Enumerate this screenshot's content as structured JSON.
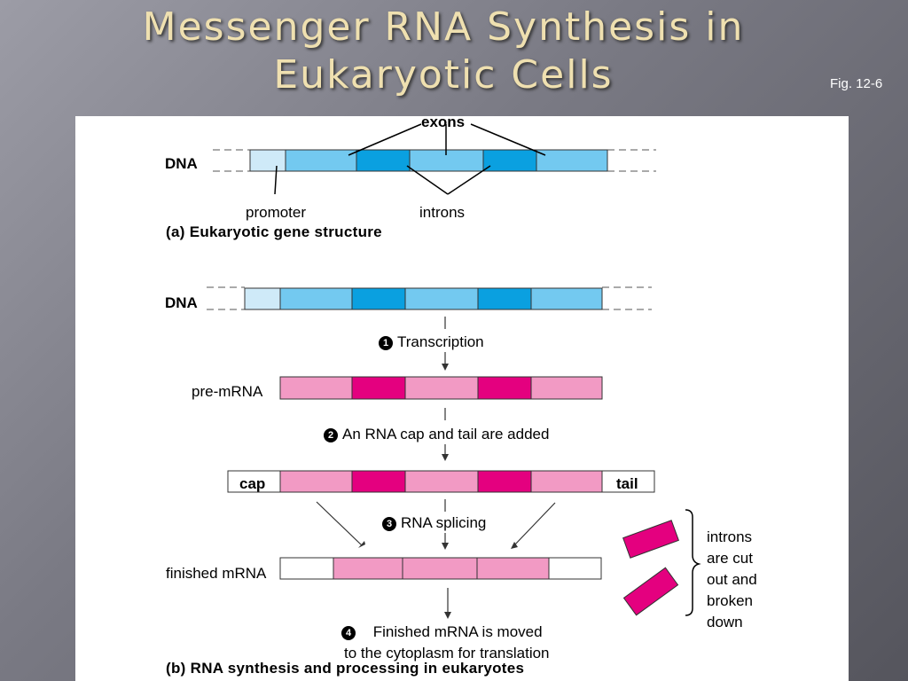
{
  "title_line1": "Messenger RNA Synthesis in",
  "title_line2": "Eukaryotic Cells",
  "fig_label": "Fig. 12-6",
  "labels": {
    "exons": "exons",
    "dna_a": "DNA",
    "promoter": "promoter",
    "introns": "introns",
    "caption_a": "(a) Eukaryotic gene structure",
    "dna_b": "DNA",
    "pre_mrna": "pre-mRNA",
    "cap": "cap",
    "tail": "tail",
    "finished_mrna": "finished mRNA",
    "introns_note": [
      "introns",
      "are cut",
      "out and",
      "broken",
      "down"
    ],
    "caption_b": "(b) RNA synthesis and processing in eukaryotes"
  },
  "steps": [
    {
      "num": "1",
      "text": "Transcription"
    },
    {
      "num": "2",
      "text": "An RNA cap and tail are added"
    },
    {
      "num": "3",
      "text": "RNA splicing"
    },
    {
      "num": "4",
      "text": "Finished mRNA is moved",
      "text2": "to the cytoplasm for translation"
    }
  ],
  "colors": {
    "promoter": "#cfeaf8",
    "exon": "#73c9f0",
    "intron_dna": "#0aa0e0",
    "exon_rna": "#f29ac4",
    "intron_rna": "#e4007f",
    "title": "#efe0b0"
  }
}
